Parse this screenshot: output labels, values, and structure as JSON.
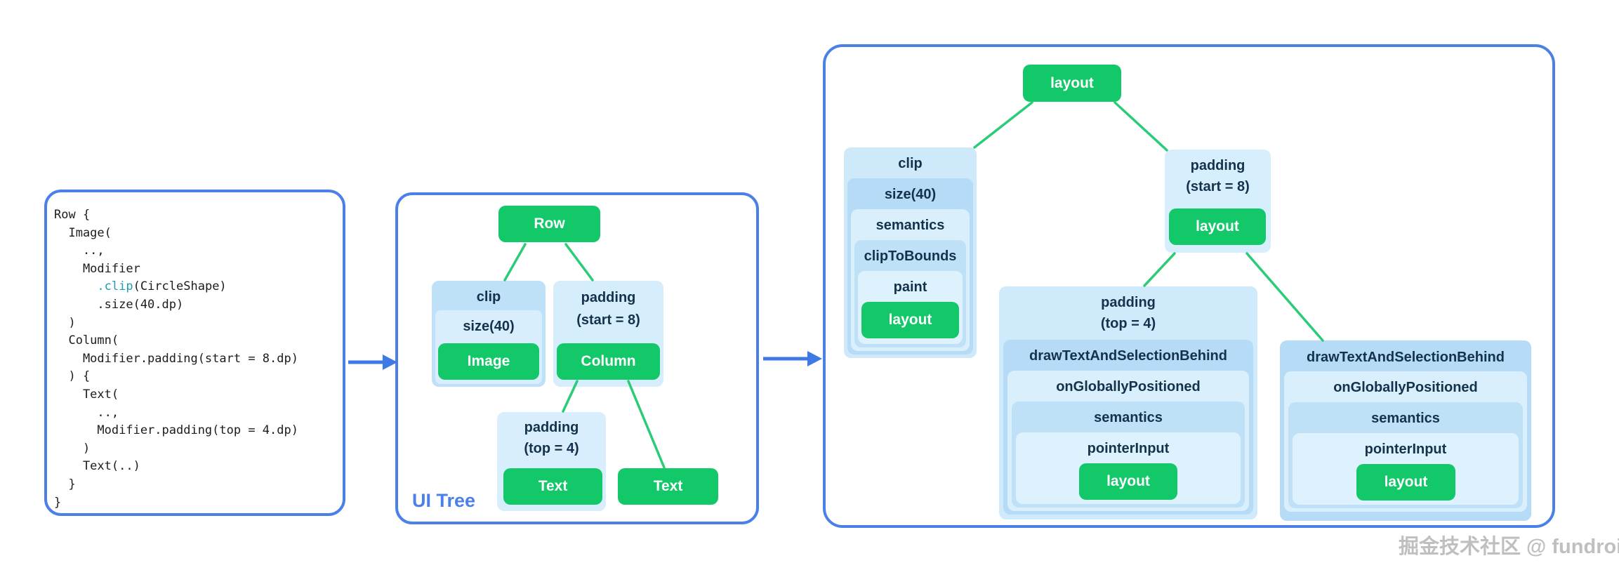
{
  "watermark": "掘金技术社区 @ fundroid",
  "colors": {
    "panel_border": "#4a80e8",
    "node_green": "#12c868",
    "edge_green": "#2bcc77",
    "arrow_blue": "#3d7ae6",
    "label_dark": "#14324c",
    "code_accent": "#1d9cb5",
    "box_pale": "#cde9fa",
    "box_medium": "#b5dbf6",
    "box_light": "#d7eefc"
  },
  "code_panel": {
    "lines": [
      [
        {
          "t": "Row {"
        }
      ],
      [
        {
          "t": "  Image("
        }
      ],
      [
        {
          "t": "    ..,"
        }
      ],
      [
        {
          "t": "    Modifier"
        }
      ],
      [
        {
          "t": "      "
        },
        {
          "t": ".clip",
          "c": "accent"
        },
        {
          "t": "(CircleShape)"
        }
      ],
      [
        {
          "t": "      .size(40.dp)"
        }
      ],
      [
        {
          "t": "  )"
        }
      ],
      [
        {
          "t": "  Column("
        }
      ],
      [
        {
          "t": "    Modifier.padding(start = 8.dp)"
        }
      ],
      [
        {
          "t": "  ) {"
        }
      ],
      [
        {
          "t": "    Text("
        }
      ],
      [
        {
          "t": "      ..,"
        }
      ],
      [
        {
          "t": "      Modifier.padding(top = 4.dp)"
        }
      ],
      [
        {
          "t": "    )"
        }
      ],
      [
        {
          "t": "    Text(..)"
        }
      ],
      [
        {
          "t": "  }"
        }
      ],
      [
        {
          "t": "}"
        }
      ]
    ]
  },
  "ui_tree_panel": {
    "label": "UI Tree",
    "row": "Row",
    "clip": "clip",
    "size": "size(40)",
    "image": "Image",
    "padding_start_line1": "padding",
    "padding_start_line2": "(start = 8)",
    "column": "Column",
    "padding_top_line1": "padding",
    "padding_top_line2": "(top = 4)",
    "text1": "Text",
    "text2": "Text"
  },
  "node_tree_panel": {
    "layout_root": "layout",
    "clip_stack": {
      "clip": "clip",
      "size": "size(40)",
      "semantics": "semantics",
      "clip_to_bounds": "clipToBounds",
      "paint": "paint",
      "layout": "layout"
    },
    "padding_start": {
      "line1": "padding",
      "line2": "(start = 8)",
      "layout": "layout"
    },
    "padding_top_stack": {
      "line1": "padding",
      "line2": "(top = 4)",
      "draw": "drawTextAndSelectionBehind",
      "on_globally": "onGloballyPositioned",
      "semantics": "semantics",
      "pointer_input": "pointerInput",
      "layout": "layout"
    },
    "draw_stack": {
      "draw": "drawTextAndSelectionBehind",
      "on_globally": "onGloballyPositioned",
      "semantics": "semantics",
      "pointer_input": "pointerInput",
      "layout": "layout"
    }
  }
}
